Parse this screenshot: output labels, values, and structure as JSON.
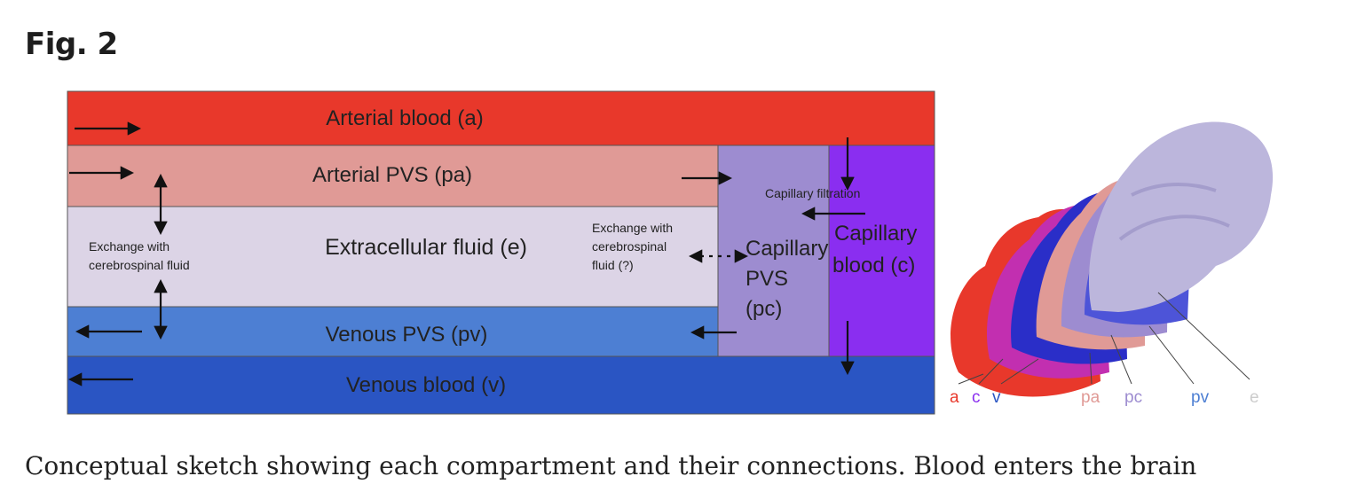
{
  "figure": {
    "title": "Fig. 2",
    "caption": "Conceptual sketch showing each compartment and their connections. Blood enters the brain"
  },
  "colors": {
    "arterial_blood": "#e8382b",
    "arterial_pvs": "#e09a96",
    "extracellular": "#dcd4e6",
    "venous_pvs": "#4d7fd3",
    "venous_blood": "#2a55c3",
    "capillary_pvs": "#9d8cd0",
    "capillary_blood": "#8a2ef0"
  },
  "compartments": {
    "arterial_blood": "Arterial blood (a)",
    "arterial_pvs": "Arterial PVS (pa)",
    "extracellular": "Extracellular fluid (e)",
    "venous_pvs": "Venous PVS (pv)",
    "venous_blood": "Venous blood (v)",
    "capillary_pvs": [
      "Capillary",
      "PVS",
      "(pc)"
    ],
    "capillary_blood": [
      "Capillary",
      "blood (c)"
    ]
  },
  "annotations": {
    "exchange_csf_left": [
      "Exchange with",
      "cerebrospinal fluid"
    ],
    "exchange_csf_right": [
      "Exchange with",
      "cerebrospinal",
      "fluid (?)"
    ],
    "capillary_filtration": "Capillary filtration"
  },
  "brain_legend": [
    "a",
    "c",
    "v",
    "pa",
    "pc",
    "pv",
    "e"
  ]
}
